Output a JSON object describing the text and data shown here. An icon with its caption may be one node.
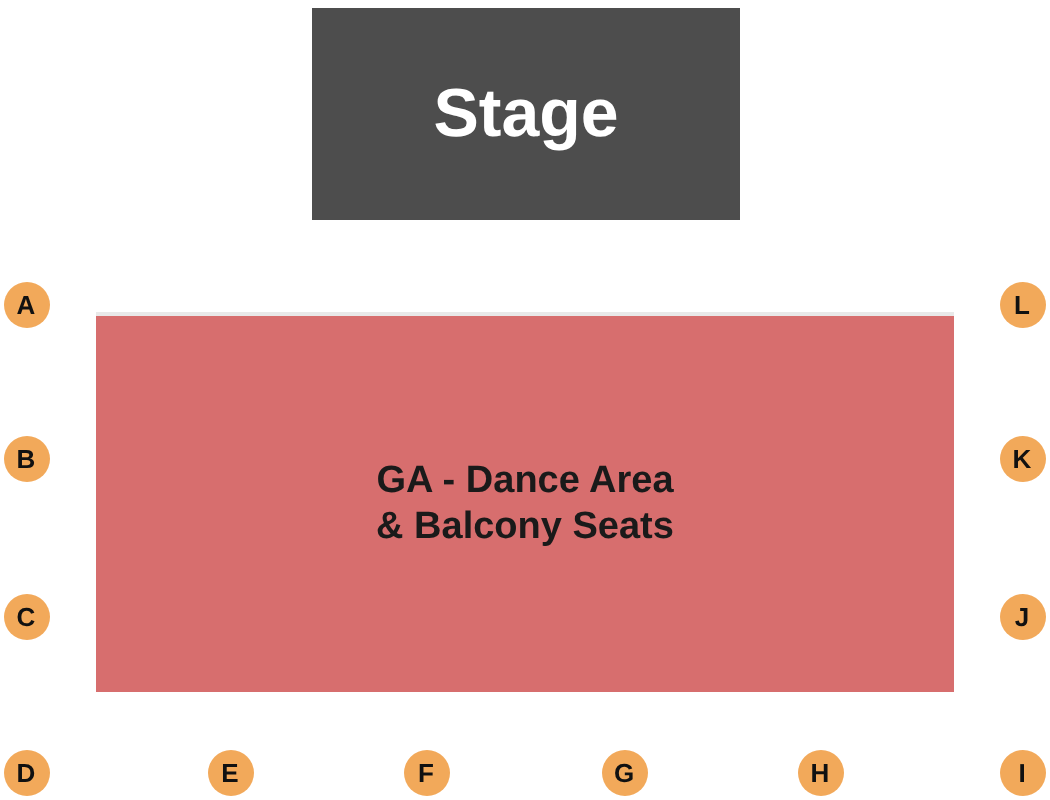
{
  "diagram": {
    "nodes": [
      {
        "text": [
          "Stage"
        ]
      },
      {
        "text": [
          "A"
        ]
      },
      {
        "text": [
          "L"
        ]
      },
      {
        "text": [
          "GA - Dance Area & Balcony Seats"
        ]
      },
      {
        "text": [
          "B"
        ]
      },
      {
        "text": [
          "K"
        ]
      },
      {
        "text": [
          "C"
        ]
      },
      {
        "text": [
          "J"
        ]
      },
      {
        "text": [
          "D"
        ]
      },
      {
        "text": [
          "E"
        ]
      },
      {
        "text": [
          "F"
        ]
      },
      {
        "text": [
          "G"
        ]
      },
      {
        "text": [
          "H"
        ]
      },
      {
        "text": [
          "I"
        ]
      }
    ]
  }
}
